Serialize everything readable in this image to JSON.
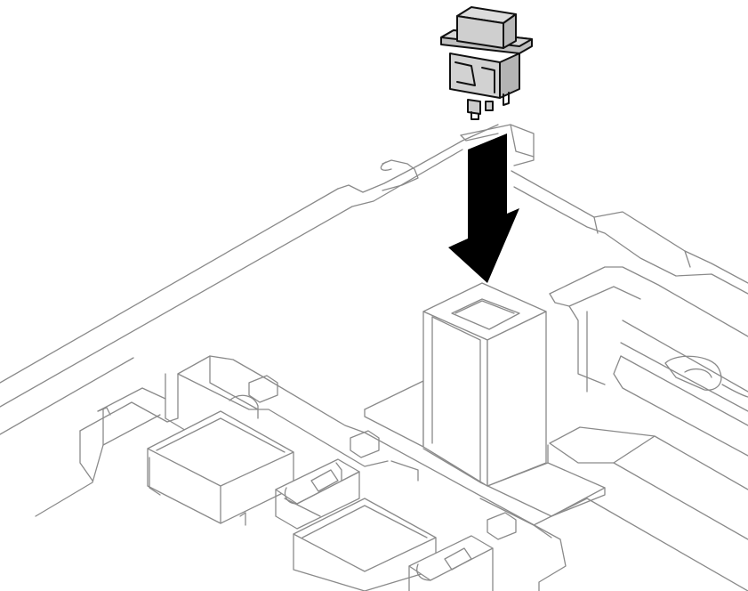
{
  "figure": {
    "kind": "installation-diagram",
    "caption": "",
    "colors": {
      "background": "#ffffff",
      "outline": "#8a8a8a",
      "arrow": "#000000",
      "switch_body": "#d7d7d7",
      "switch_outline": "#111111"
    },
    "components": [
      {
        "id": "switch-module",
        "description_icon": "push-button-switch-icon",
        "state": "being-installed"
      },
      {
        "id": "holder-bracket",
        "description_icon": "switch-holder-icon",
        "state": "target"
      },
      {
        "id": "install-arrow",
        "description_icon": "down-arrow-icon",
        "direction": "down"
      },
      {
        "id": "chassis-tray",
        "description_icon": "chassis-icon"
      },
      {
        "id": "fan-assembly",
        "description_icon": "fan-roller-icon",
        "count": 2
      }
    ]
  }
}
